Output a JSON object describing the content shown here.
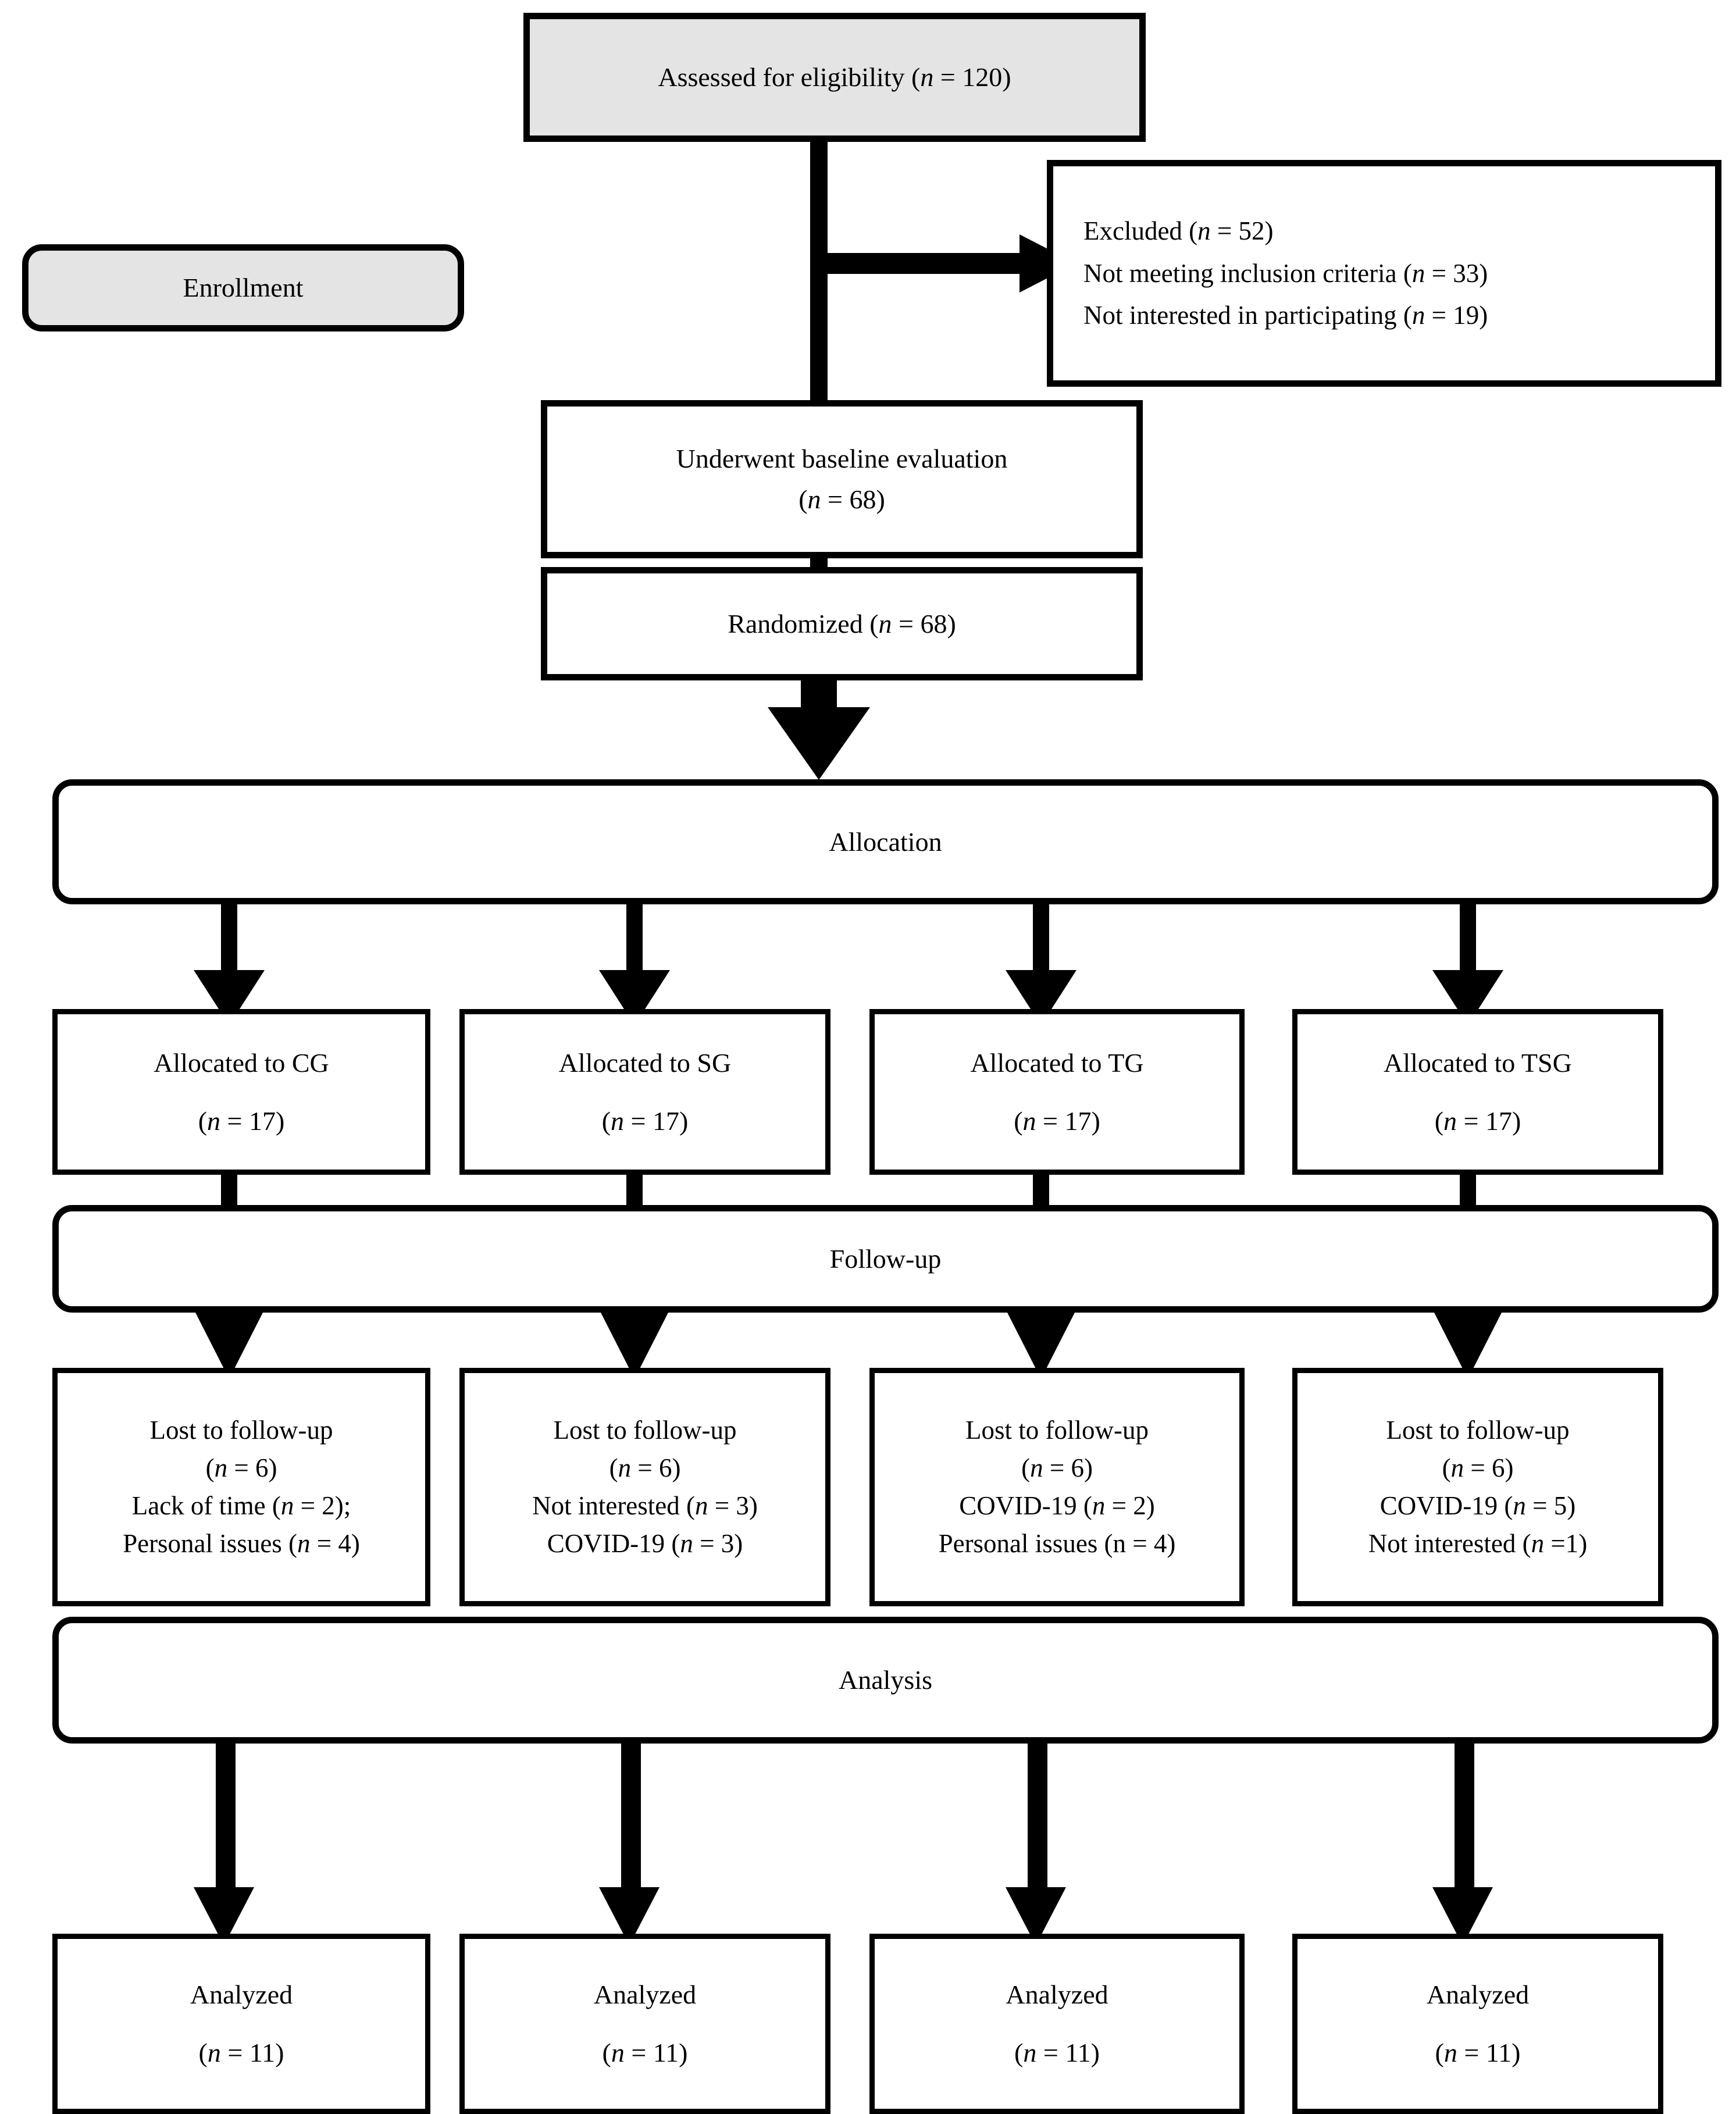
{
  "diagram": {
    "type": "consort-flow-diagram",
    "colors": {
      "stroke": "#000000",
      "stage_fill": "#e4e4e4",
      "box_fill": "#ffffff"
    },
    "enrollment_label": "Enrollment",
    "assessed": {
      "line1_pre": "Assessed for eligibility (",
      "line1_n": "n",
      "line1_post": " = 120)"
    },
    "excluded": {
      "l1_pre": "Excluded (",
      "l1_n": "n",
      "l1_post": " = 52)",
      "l2_pre": "Not meeting inclusion criteria (",
      "l2_n": "n",
      "l2_post": " = 33)",
      "l3_pre": "Not interested in participating (",
      "l3_n": "n",
      "l3_post": " = 19)"
    },
    "baseline": {
      "l1": "Underwent baseline evaluation",
      "l2_pre": "(",
      "l2_n": "n",
      "l2_post": " = 68)"
    },
    "randomized": {
      "l1_pre": "Randomized (",
      "l1_n": "n",
      "l1_post": " = 68)"
    },
    "stage_allocation": "Allocation",
    "stage_followup": "Follow-up",
    "stage_analysis": "Analysis",
    "allocated": [
      {
        "l1": "Allocated to CG",
        "l2_pre": "(",
        "l2_n": "n",
        "l2_post": " = 17)"
      },
      {
        "l1": "Allocated to SG",
        "l2_pre": "(",
        "l2_n": "n",
        "l2_post": " = 17)"
      },
      {
        "l1": "Allocated to TG",
        "l2_pre": "(",
        "l2_n": "n",
        "l2_post": " = 17)"
      },
      {
        "l1": "Allocated to TSG",
        "l2_pre": "(",
        "l2_n": "n",
        "l2_post": " = 17)"
      }
    ],
    "lost": [
      {
        "l1": "Lost to follow-up",
        "l2_pre": "(",
        "l2_n": "n",
        "l2_post": " = 6)",
        "l3_pre": "Lack of time (",
        "l3_n": "n",
        "l3_post": " = 2);",
        "l4_pre": "Personal issues (",
        "l4_n": "n",
        "l4_post": " = 4)"
      },
      {
        "l1": "Lost to follow-up",
        "l2_pre": "(",
        "l2_n": "n",
        "l2_post": " = 6)",
        "l3_pre": "Not interested (",
        "l3_n": "n",
        "l3_post": " = 3)",
        "l4_pre": "COVID-19 (",
        "l4_n": "n",
        "l4_post": " = 3)"
      },
      {
        "l1": "Lost to follow-up",
        "l2_pre": "(",
        "l2_n": "n",
        "l2_post": " = 6)",
        "l3_pre": "COVID-19 (",
        "l3_n": "n",
        "l3_post": " = 2)",
        "l4_pre": "Personal issues (",
        "l4_n": "n",
        "l4_post": " = 4)"
      },
      {
        "l1": "Lost to follow-up",
        "l2_pre": "(",
        "l2_n": "n",
        "l2_post": " = 6)",
        "l3_pre": "COVID-19 (",
        "l3_n": "n",
        "l3_post": " = 5)",
        "l4_pre": "Not interested (",
        "l4_n": "n",
        "l4_post": " =1)"
      }
    ],
    "analyzed": [
      {
        "l1": "Analyzed",
        "l2_pre": "(",
        "l2_n": "n",
        "l2_post": " = 11)"
      },
      {
        "l1": "Analyzed",
        "l2_pre": "(",
        "l2_n": "n",
        "l2_post": " = 11)"
      },
      {
        "l1": "Analyzed",
        "l2_pre": "(",
        "l2_n": "n",
        "l2_post": " = 11)"
      },
      {
        "l1": "Analyzed",
        "l2_pre": "(",
        "l2_n": "n",
        "l2_post": " = 11)"
      }
    ]
  }
}
